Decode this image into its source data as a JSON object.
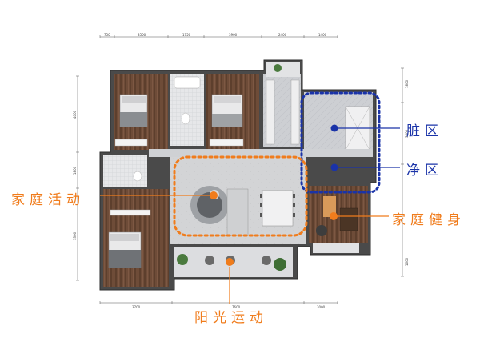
{
  "labels": {
    "dirty_zone": "脏区",
    "clean_zone": "净区",
    "family_activity": "家庭活动",
    "family_fitness": "家庭健身",
    "sunshine_exercise": "阳光运动"
  },
  "dimensions": {
    "top": [
      "750",
      "3500",
      "1750",
      "3900",
      "2400",
      "1400"
    ],
    "bottom": [
      "3700",
      "7600",
      "3000"
    ],
    "left": [
      "4000",
      "1800",
      "3300"
    ],
    "right": [
      "1800",
      "3400",
      "1600"
    ]
  },
  "colors": {
    "orange": "#f07c1c",
    "blue": "#1a33a8",
    "wall": "#3c3c3c",
    "floor_light": "#cfd1d4",
    "wood": "#6b4a36"
  }
}
